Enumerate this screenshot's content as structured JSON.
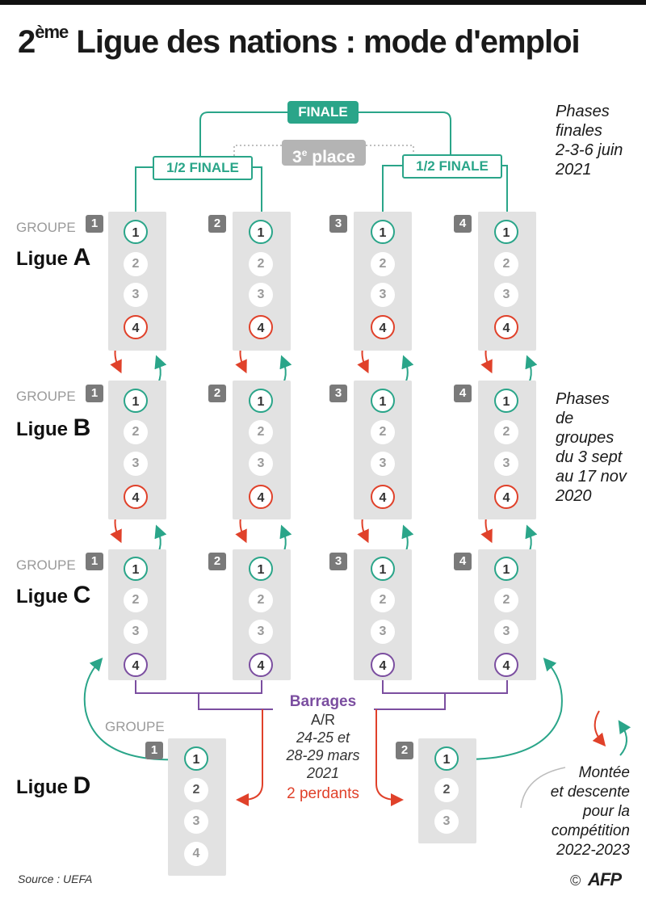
{
  "title": {
    "main_prefix": "2",
    "sup": "ème",
    "main_rest": " Ligue des nations : mode d'emploi"
  },
  "finals": {
    "finale": "FINALE",
    "semi_left": "1/2 FINALE",
    "semi_right": "1/2 FINALE",
    "third_number": "3",
    "third_sup": "e",
    "third_rest": " place"
  },
  "side_notes": {
    "phases_finales": [
      "Phases",
      "finales",
      "2-3-6 juin",
      "2021"
    ],
    "phases_groupes": [
      "Phases",
      "de",
      "groupes",
      "du 3 sept",
      "au 17 nov",
      "2020"
    ]
  },
  "leagues": {
    "groupe_label": "GROUPE",
    "a": {
      "prefix": "Ligue ",
      "letter": "A"
    },
    "b": {
      "prefix": "Ligue ",
      "letter": "B"
    },
    "c": {
      "prefix": "Ligue ",
      "letter": "C"
    },
    "d": {
      "prefix": "Ligue ",
      "letter": "D"
    },
    "group_numbers": [
      "1",
      "2",
      "3",
      "4"
    ],
    "positions": [
      "1",
      "2",
      "3",
      "4"
    ],
    "d_positions_group2": [
      "1",
      "2",
      "3"
    ]
  },
  "barrages": {
    "title": "Barrages",
    "ar": "A/R",
    "dates": [
      "24-25 et",
      "28-29 mars",
      "2021"
    ],
    "losers": "2 perdants"
  },
  "legend": {
    "lines": [
      "Montée",
      "et descente",
      "pour la",
      "compétition",
      "2022-2023"
    ]
  },
  "footer": {
    "source": "Source : UEFA",
    "copyright": "©",
    "agency": "AFP"
  },
  "colors": {
    "green": "#2aa589",
    "red": "#e0412a",
    "purple": "#7b4ea0",
    "grey_panel": "#e2e2e2"
  }
}
